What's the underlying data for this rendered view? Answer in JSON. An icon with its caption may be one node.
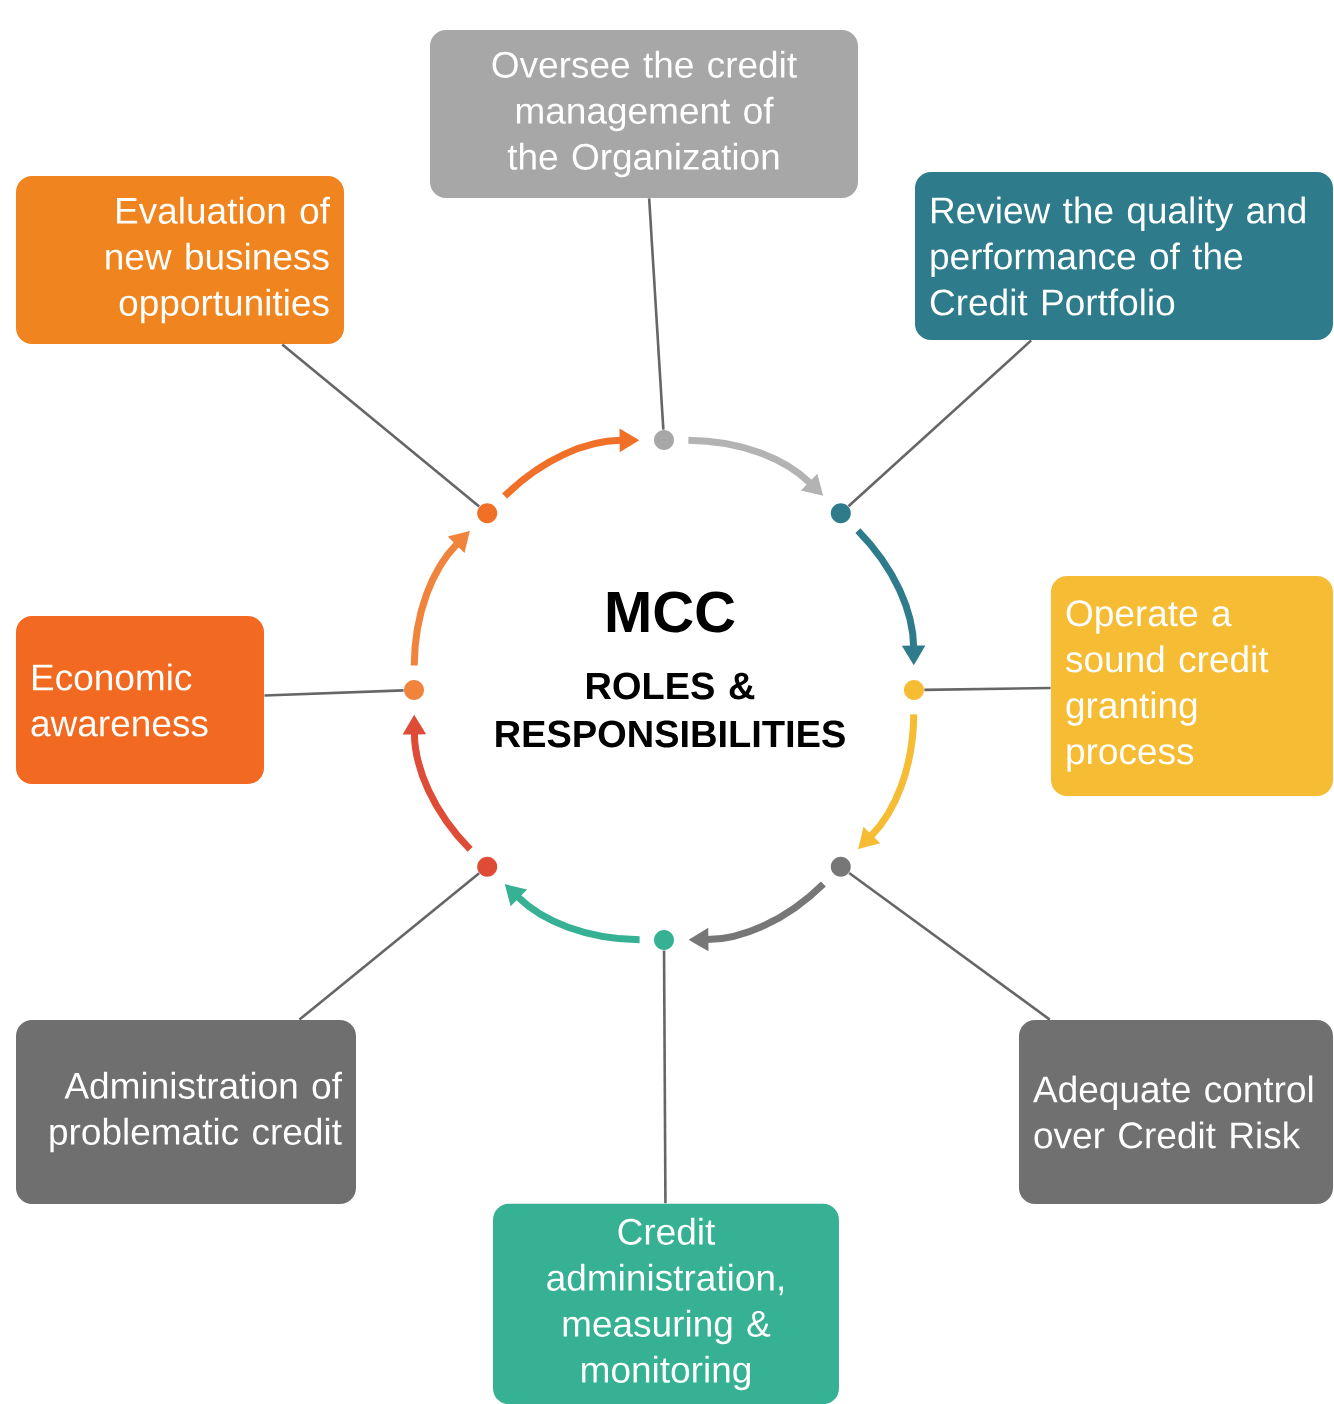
{
  "diagram": {
    "title": "MCC",
    "labels": [
      "ROLES & RESPONSIBILITIES"
    ],
    "nodes": [
      {
        "text": [
          "Oversee the credit management of the Organization"
        ]
      },
      {
        "text": [
          "Evaluation of new business opportunities"
        ]
      },
      {
        "text": [
          "Review the quality and performance of the Credit Portfolio"
        ]
      },
      {
        "text": [
          "Economic awareness"
        ]
      },
      {
        "text": [
          "Operate a sound credit granting process"
        ]
      },
      {
        "text": [
          "Administration of problematic credit"
        ]
      },
      {
        "text": [
          "Adequate control over Credit Risk"
        ]
      },
      {
        "text": [
          "Credit administration, measuring & monitoring"
        ]
      },
      {
        "text": [],
        "shape": "circle"
      },
      {
        "text": [],
        "shape": "circle"
      },
      {
        "text": [],
        "shape": "circle"
      },
      {
        "text": [],
        "shape": "circle"
      },
      {
        "text": [],
        "shape": "circle"
      },
      {
        "text": [],
        "shape": "circle"
      },
      {
        "text": [],
        "shape": "circle"
      },
      {
        "text": [],
        "shape": "circle"
      }
    ],
    "edges": [
      {
        "from": 0,
        "to": 8,
        "arrow": "none"
      },
      {
        "from": 1,
        "to": 15,
        "arrow": "none"
      },
      {
        "from": 2,
        "to": 9,
        "arrow": "none"
      },
      {
        "from": 3,
        "to": 14,
        "arrow": "none"
      },
      {
        "from": 4,
        "to": 10,
        "arrow": "none"
      },
      {
        "from": 5,
        "to": 13,
        "arrow": "none"
      },
      {
        "from": 6,
        "to": 11,
        "arrow": "none"
      },
      {
        "from": 7,
        "to": 12,
        "arrow": "none"
      },
      {
        "from": 15,
        "to": 8,
        "arrow": "to",
        "style": "thick",
        "color": "#f07027"
      },
      {
        "from": 8,
        "to": 9,
        "arrow": "to",
        "style": "thick",
        "color": "#b3b3b3"
      },
      {
        "from": 9,
        "to": 10,
        "arrow": "to",
        "style": "thick",
        "color": "#2e7b8c"
      },
      {
        "from": 10,
        "to": 11,
        "arrow": "to",
        "style": "thick",
        "color": "#f6bc33"
      },
      {
        "from": 11,
        "to": 12,
        "arrow": "to",
        "style": "thick",
        "color": "#777777"
      },
      {
        "from": 12,
        "to": 13,
        "arrow": "to",
        "style": "thick",
        "color": "#36b193"
      },
      {
        "from": 13,
        "to": 14,
        "arrow": "to",
        "style": "thick",
        "color": "#de4b36"
      },
      {
        "from": 14,
        "to": 15,
        "arrow": "to",
        "style": "thick",
        "color": "#f0843c"
      }
    ]
  }
}
